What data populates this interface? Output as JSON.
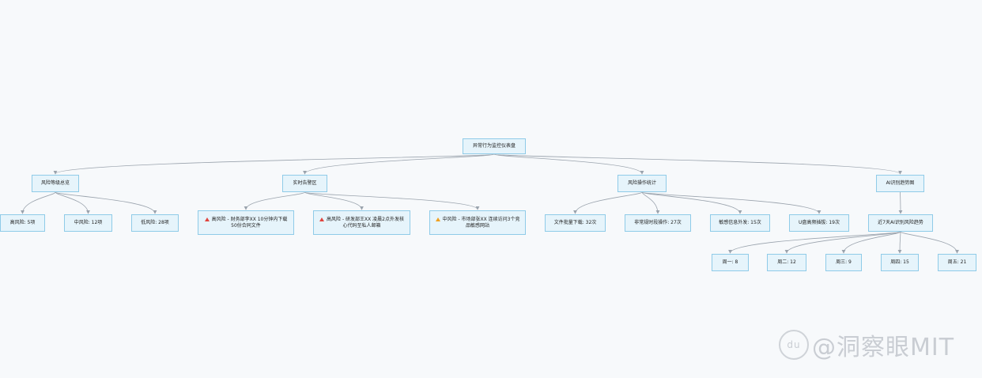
{
  "root": {
    "label": "异常行为监控仪表盘"
  },
  "branches": [
    {
      "label": "风险等级总览",
      "children": [
        {
          "label": "高风险: 5项"
        },
        {
          "label": "中风险: 12项"
        },
        {
          "label": "低风险: 28项"
        }
      ]
    },
    {
      "label": "实时告警区",
      "children": [
        {
          "level": "high",
          "label": "高风险 - 财务部李XX 10分钟内下载50份合同文件"
        },
        {
          "level": "high",
          "label": "高风险 - 研发部王XX 凌晨2点外发核心代码至私人邮箱"
        },
        {
          "level": "mid",
          "label": "中风险 - 市场部张XX 连续访问3个竞品敏感网站"
        }
      ]
    },
    {
      "label": "风险操作统计",
      "children": [
        {
          "label": "文件批量下载: 32次"
        },
        {
          "label": "非常规时段操作: 27次"
        },
        {
          "label": "敏感信息外发: 15次"
        },
        {
          "label": "U盘高频插拔: 19次"
        }
      ]
    },
    {
      "label": "AI识别趋势图",
      "children": [
        {
          "label": "近7天AI识别风险趋势",
          "children": [
            {
              "label": "周一: 8"
            },
            {
              "label": "周二: 12"
            },
            {
              "label": "周三: 9"
            },
            {
              "label": "周四: 15"
            },
            {
              "label": "周五: 21"
            }
          ]
        }
      ]
    }
  ],
  "watermark": {
    "text": "@洞察眼MIT",
    "logo": "du"
  },
  "colors": {
    "node_fill": "#e6f4fb",
    "node_border": "#8fcbe8",
    "edge": "#9aa3ad",
    "high_icon": "#e0443e",
    "mid_icon": "#f0a020"
  }
}
